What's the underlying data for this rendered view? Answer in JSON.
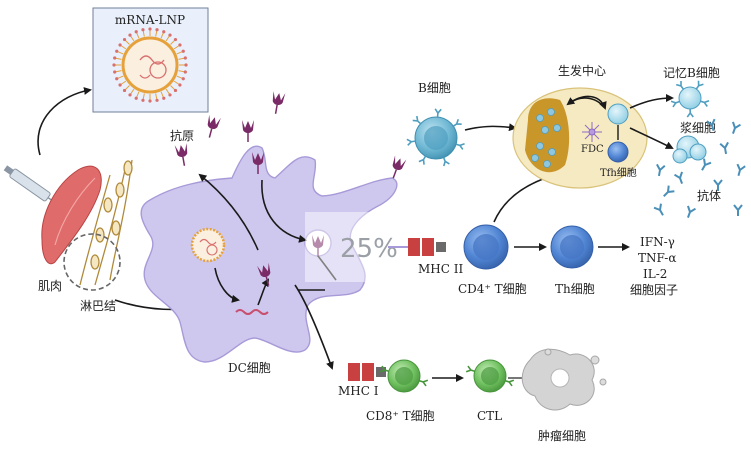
{
  "labels": {
    "mrna_lnp": "mRNA-LNP",
    "muscle": "肌肉",
    "lymph_node": "淋巴结",
    "antigen": "抗原",
    "dc_cell": "DC细胞",
    "b_cell": "B细胞",
    "germinal_center": "生发中心",
    "memory_b": "记忆B细胞",
    "plasma_cell": "浆细胞",
    "antibody": "抗体",
    "fdc": "FDC",
    "tfh": "Tfh细胞",
    "mhc2": "MHC II",
    "mhc1": "MHC I",
    "cd4": "CD4⁺ T细胞",
    "th": "Th细胞",
    "cd8": "CD8⁺ T细胞",
    "ctl": "CTL",
    "tumor": "肿瘤细胞",
    "cytokines": [
      "IFN-γ",
      "TNF-α",
      "IL-2",
      "细胞因子"
    ],
    "watermark": "25%"
  },
  "colors": {
    "dc_body": "#cfc8ee",
    "dc_stroke": "#a89ad8",
    "antigen": "#7a2a66",
    "b_cell": "#5aa7c6",
    "cd4": "#5b8fd8",
    "cd8": "#6bbf5e",
    "germinal_center": "#f6eac2",
    "gc_inner": "#c9962a",
    "tumor": "#d4d4d4",
    "mhc": "#c94040",
    "lnp_shell": "#e6a13b",
    "panel_bg": "#e9f0fb"
  },
  "icons": [
    "syringe-icon",
    "muscle-icon",
    "lymph-node-icon",
    "lnp-particle-icon",
    "antigen-icon",
    "antibody-icon"
  ]
}
